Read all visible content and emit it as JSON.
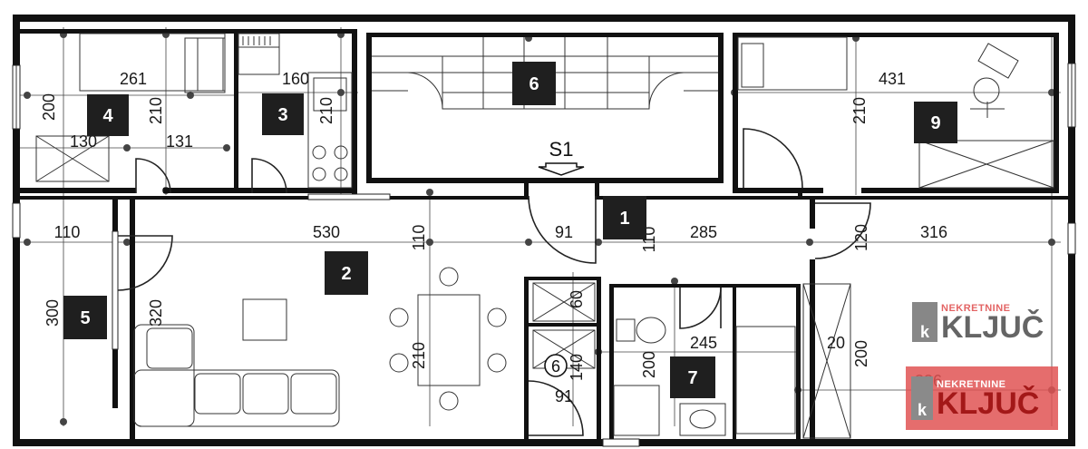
{
  "colors": {
    "wall": "#111111",
    "badge": "#1f1f1f",
    "logo_red": "#e05454",
    "logo_red_text": "#c81d1d"
  },
  "rooms": [
    {
      "id": "4",
      "label": "4"
    },
    {
      "id": "3",
      "label": "3"
    },
    {
      "id": "6",
      "label": "6"
    },
    {
      "id": "9",
      "label": "9"
    },
    {
      "id": "1",
      "label": "1"
    },
    {
      "id": "2",
      "label": "2"
    },
    {
      "id": "5",
      "label": "5"
    },
    {
      "id": "7",
      "label": "7"
    }
  ],
  "dimensions": {
    "d261": "261",
    "d200a": "200",
    "d210a": "210",
    "d130": "130",
    "d131": "131",
    "d160": "160",
    "d210b": "210",
    "d431": "431",
    "d210c": "210",
    "d110a": "110",
    "d530": "530",
    "d110b": "110",
    "d91a": "91",
    "d110c": "110",
    "d285": "285",
    "d120": "120",
    "d316": "316",
    "d300": "300",
    "d320": "320",
    "d210d": "210",
    "d60": "60",
    "d140": "140",
    "d91b": "91",
    "d245": "245",
    "d200b": "200",
    "d20": "20",
    "d200c": "200",
    "d336": "336"
  },
  "section_mark": "S1",
  "stair_circle_label": "6",
  "watermark": {
    "top_text": "NEKRETNINE",
    "main_text": "KLJUČ",
    "icon_letter": "k"
  }
}
